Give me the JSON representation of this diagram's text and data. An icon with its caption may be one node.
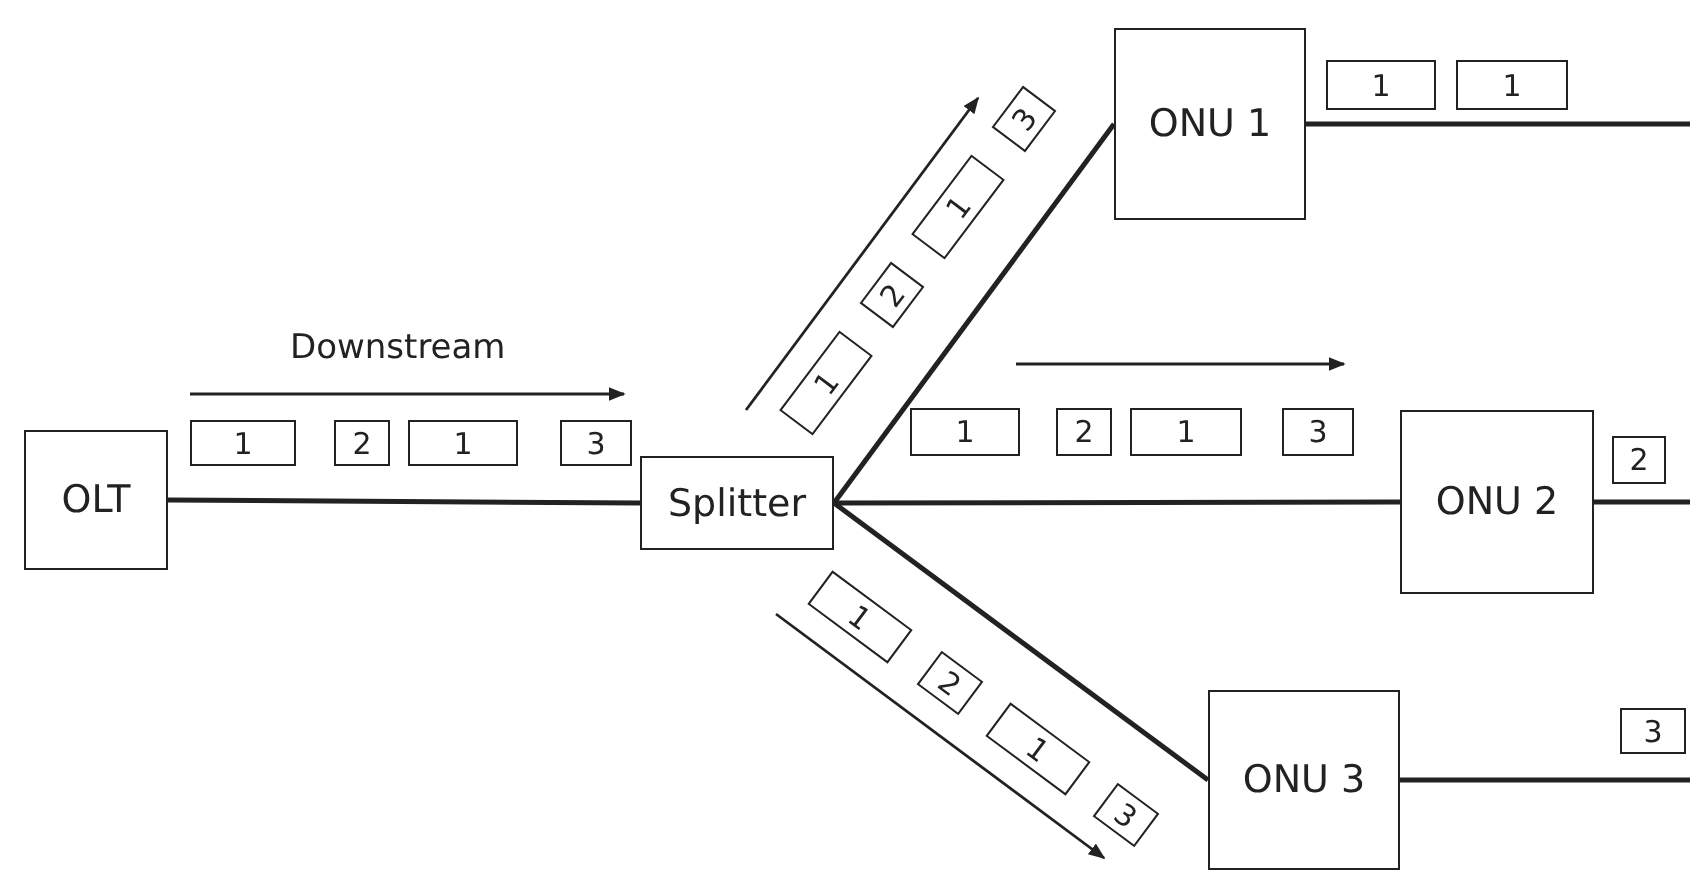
{
  "diagram": {
    "nodes": [
      {
        "text": [
          "OLT"
        ]
      },
      {
        "text": [
          "Splitter"
        ]
      },
      {
        "text": [
          "ONU 1"
        ]
      },
      {
        "text": [
          "ONU 2"
        ]
      },
      {
        "text": [
          "ONU 3"
        ]
      },
      {
        "text": [
          "1"
        ]
      },
      {
        "text": [
          "2"
        ]
      },
      {
        "text": [
          "1"
        ]
      },
      {
        "text": [
          "3"
        ]
      },
      {
        "text": [
          "1"
        ]
      },
      {
        "text": [
          "2"
        ]
      },
      {
        "text": [
          "1"
        ]
      },
      {
        "text": [
          "3"
        ]
      },
      {
        "text": [
          "1"
        ]
      },
      {
        "text": [
          "2"
        ]
      },
      {
        "text": [
          "1"
        ]
      },
      {
        "text": [
          "3"
        ]
      },
      {
        "text": [
          "1"
        ]
      },
      {
        "text": [
          "2"
        ]
      },
      {
        "text": [
          "1"
        ]
      },
      {
        "text": [
          "3"
        ]
      },
      {
        "text": [
          "1"
        ]
      },
      {
        "text": [
          "1"
        ]
      },
      {
        "text": [
          "2"
        ]
      },
      {
        "text": [
          "3"
        ]
      }
    ],
    "edges": [
      {
        "from": 0,
        "to": 1,
        "arrow": "none"
      },
      {
        "from": 1,
        "to": 2,
        "arrow": "none"
      },
      {
        "from": 1,
        "to": 3,
        "arrow": "none"
      },
      {
        "from": 1,
        "to": 4,
        "arrow": "none"
      },
      {
        "from": 2,
        "to": null,
        "arrow": "none"
      },
      {
        "from": 3,
        "to": null,
        "arrow": "none"
      },
      {
        "from": 4,
        "to": null,
        "arrow": "none"
      }
    ],
    "labels": [
      "Downstream"
    ]
  }
}
